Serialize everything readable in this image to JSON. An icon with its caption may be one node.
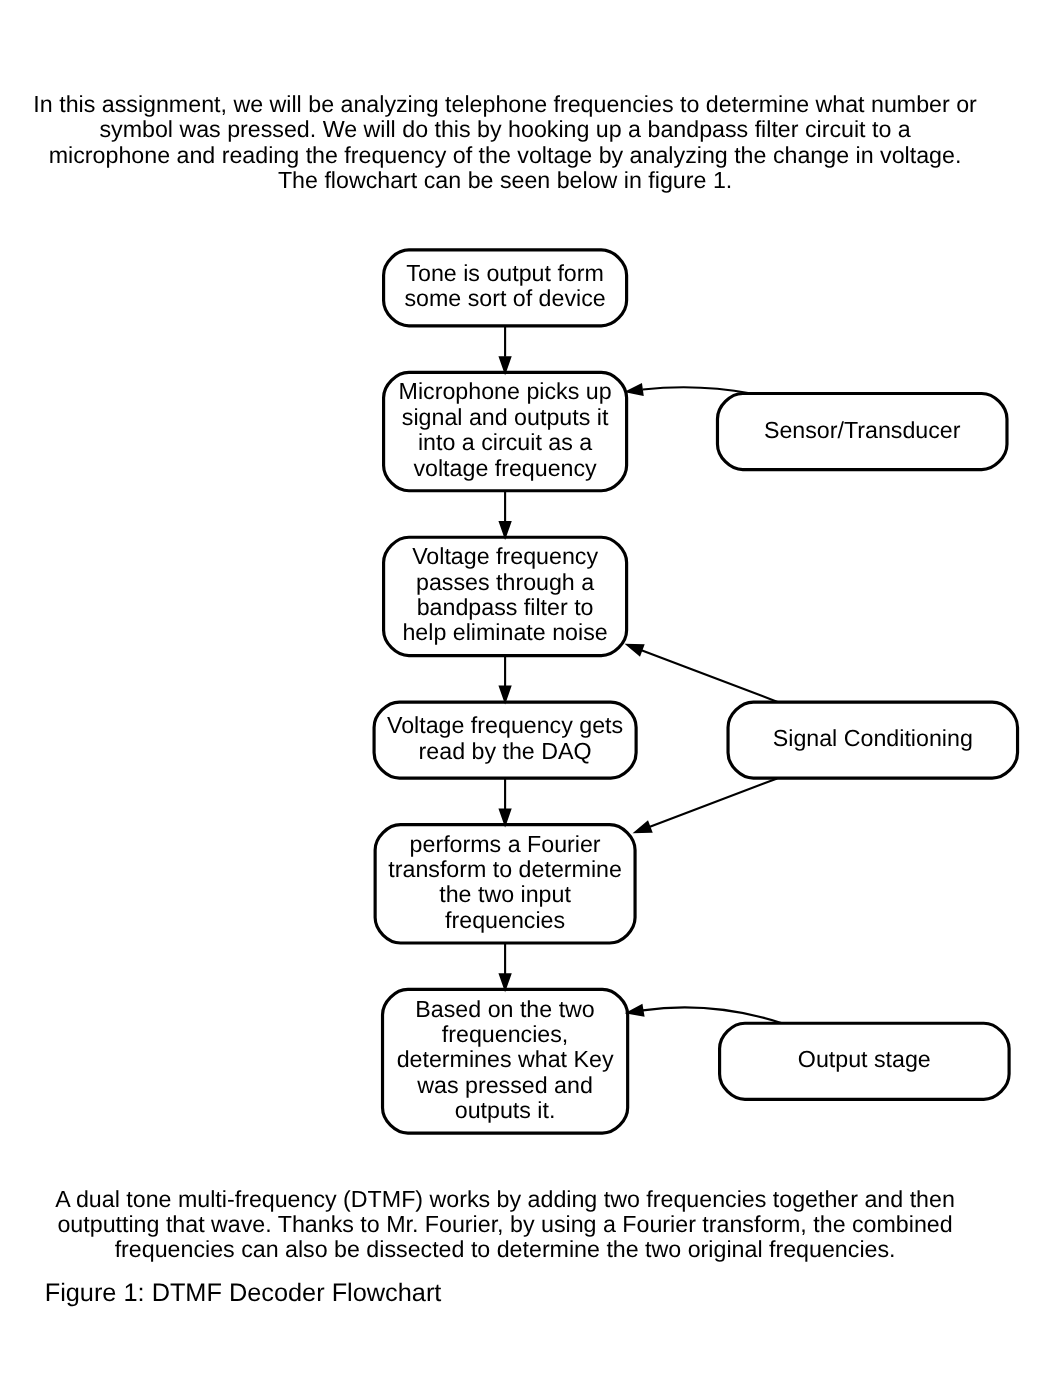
{
  "diagram": {
    "caption": "Figure 1: DTMF Decoder Flowchart",
    "nodes": [
      {
        "text": [
          "Tone is output form some sort of device"
        ]
      },
      {
        "text": [
          "Microphone picks up signal and outputs it into a circuit as a voltage frequency"
        ]
      },
      {
        "text": [
          "Voltage frequency passes through a bandpass filter to help eliminate noise"
        ]
      },
      {
        "text": [
          "Voltage frequency gets read by the DAQ"
        ]
      },
      {
        "text": [
          "performs a Fourier transform to determine the two input frequencies"
        ]
      },
      {
        "text": [
          "Based on the two frequencies, determines what Key was pressed and outputs it."
        ]
      },
      {
        "text": [
          "Sensor/Transducer"
        ]
      },
      {
        "text": [
          "Signal Conditioning"
        ]
      },
      {
        "text": [
          "Output stage"
        ]
      }
    ],
    "edges": [
      {
        "from": 0,
        "to": 1,
        "arrow": "to"
      },
      {
        "from": 1,
        "to": 2,
        "arrow": "to"
      },
      {
        "from": 2,
        "to": 3,
        "arrow": "to"
      },
      {
        "from": 3,
        "to": 4,
        "arrow": "to"
      },
      {
        "from": 4,
        "to": 5,
        "arrow": "to"
      },
      {
        "from": 6,
        "to": 1,
        "arrow": "to"
      },
      {
        "from": 7,
        "to": 2,
        "arrow": "to"
      },
      {
        "from": 7,
        "to": 4,
        "arrow": "to"
      },
      {
        "from": 8,
        "to": 5,
        "arrow": "to"
      }
    ],
    "labels": [
      "In this assignment, we will be analyzing telephone frequencies to determine what number or symbol was pressed. We will do this by hooking up a bandpass filter circuit to a microphone and reading the frequency of the voltage by analyzing the change in voltage. The flowchart can be seen below in figure 1.",
      "A dual tone multi-frequency (DTMF) works by adding two frequencies together and then outputting that wave. Thanks to Mr. Fourier, by using a Fourier transform, the combined frequencies can also be dissected to determine the two original frequencies."
    ]
  }
}
